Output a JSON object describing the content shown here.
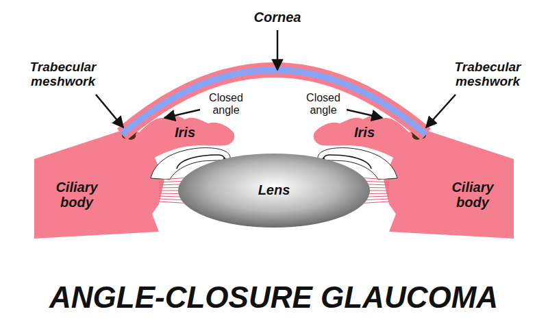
{
  "diagram": {
    "title": "ANGLE-CLOSURE GLAUCOMA",
    "labels": [
      "Cornea",
      "Trabecular meshwork",
      "Trabecular meshwork",
      "Closed angle",
      "Closed angle",
      "Iris",
      "Iris",
      "Lens",
      "Ciliary body",
      "Ciliary body"
    ]
  }
}
